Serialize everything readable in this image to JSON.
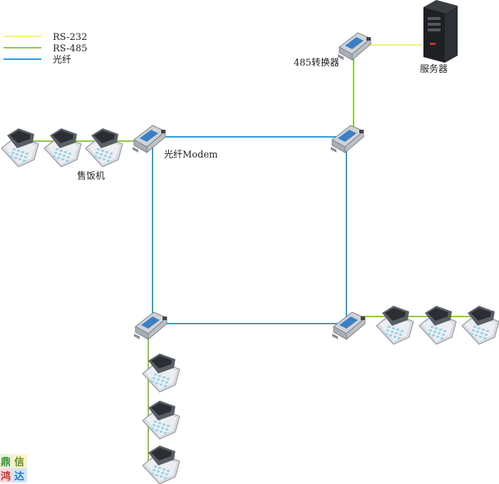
{
  "legend": {
    "items": [
      {
        "label": "RS-232",
        "color": "#f3ef7a"
      },
      {
        "label": "RS-485",
        "color": "#8cc63f"
      },
      {
        "label": "光纤",
        "color": "#2a9bd8"
      }
    ]
  },
  "labels": {
    "converter": "485转换器",
    "server": "服务器",
    "modem": "光纤Modem",
    "pos": "售饭机"
  },
  "logo": {
    "chars": [
      "鼎",
      "信",
      "鸿",
      "达"
    ],
    "colors": [
      "#3a8f3a",
      "#5d8e2d",
      "#c0392b",
      "#2a78c2"
    ]
  }
}
